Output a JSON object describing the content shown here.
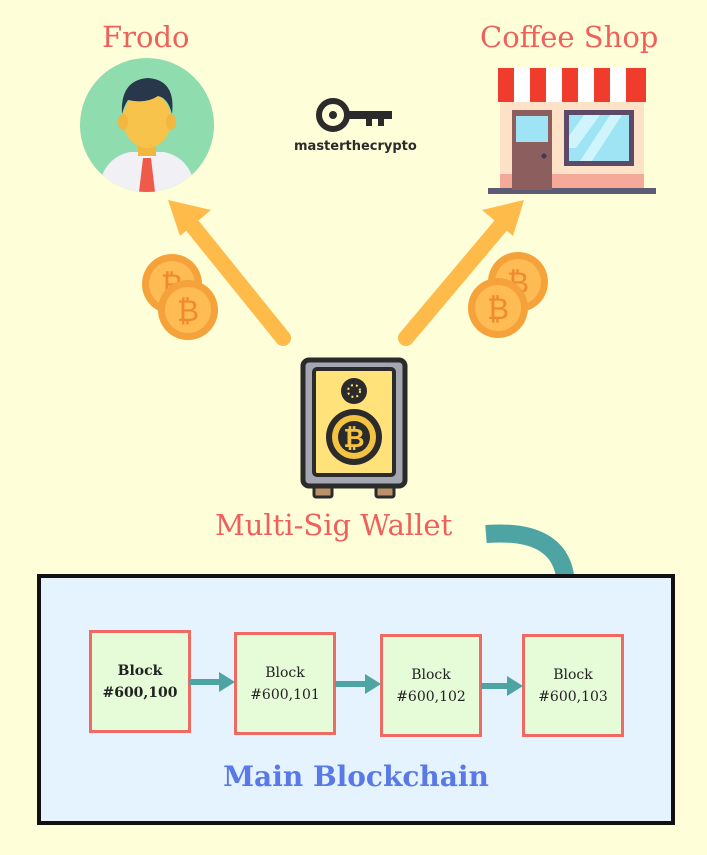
{
  "labels": {
    "frodo": "Frodo",
    "coffee_shop": "Coffee Shop",
    "wallet": "Multi-Sig Wallet",
    "brand": "masterthecrypto"
  },
  "blockchain": {
    "title": "Main Blockchain",
    "blocks": [
      {
        "line1": "Block",
        "line2": "#600,100"
      },
      {
        "line1": "Block",
        "line2": "#600,101"
      },
      {
        "line1": "Block",
        "line2": "#600,102"
      },
      {
        "line1": "Block",
        "line2": "#600,103"
      }
    ]
  },
  "colors": {
    "background": "#fefed9",
    "label": "#ef5f5b",
    "arrow_yellow": "#ffbb4a",
    "arrow_teal": "#4ea4a2",
    "block_fill": "#e6fbd8",
    "block_border": "#ef6a63",
    "chain_bg": "#e5f3fe",
    "chain_title": "#5a79e9"
  },
  "icons": [
    "person-avatar-icon",
    "shop-storefront-icon",
    "key-logo-icon",
    "bitcoin-coin-icon",
    "safe-vault-icon",
    "curved-arrow-icon",
    "right-arrow-icon"
  ]
}
